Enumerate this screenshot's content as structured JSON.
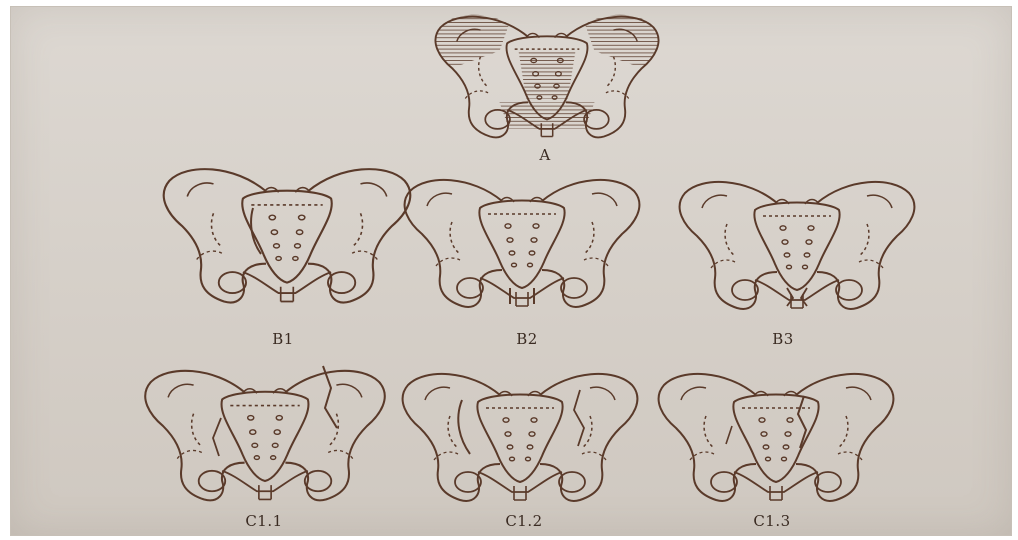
{
  "colors": {
    "ink": "#5a3a2a",
    "paper": "#d9d3cc"
  },
  "figures": [
    {
      "label": "A"
    },
    {
      "label": "B1"
    },
    {
      "label": "B2"
    },
    {
      "label": "B3"
    },
    {
      "label": "C1.1"
    },
    {
      "label": "C1.2"
    },
    {
      "label": "C1.3"
    }
  ]
}
